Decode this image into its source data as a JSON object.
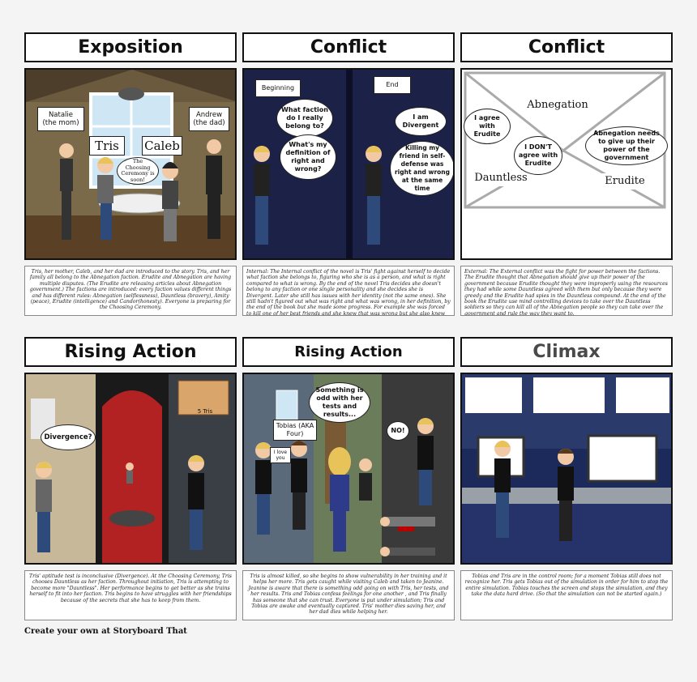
{
  "columns": [
    {
      "title": "Exposition",
      "panel": {
        "labels": [
          "Natalie\n(the mom)",
          "Andrew\n(the dad)",
          "Tris",
          "Caleb"
        ],
        "speech": "The Choosing Ceremony is soon!"
      },
      "description": "Tris, her mother, Caleb, and her dad are introduced to the story. Tris, and her family all belong to the Abnegation faction. Erudite and Abnegation are having multiple disputes. (The Erudite are releasing articles about Abnegation government.) The factions are introduced: every faction values different things and has different rules: Abnegation (selflessness), Dauntless (bravery), Amity (peace), Erudite (intelligence) and Candor(honesty). Everyone is preparing for the Choosing Ceremony."
    },
    {
      "title": "Conflict",
      "panel": {
        "left_label": "Beginning",
        "right_label": "End",
        "left_bubbles": [
          "What faction do I really belong to?",
          "What's my definition of right and wrong?"
        ],
        "right_bubbles": [
          "I am Divergent",
          "Killing my friend in self-defense was right and wrong at the same time"
        ]
      },
      "description": "Internal: The Internal conflict of the novel is Tris' fight against herself to decide what faction she belongs to, figuring who she is as a person, and what is right compared to what is wrong. By the end of the novel Tris decides she doesn't belong to any faction or one single personality and she decides she is Divergent. Later she still has issues with her identity (not the same ones). She still hadn't figured out what was right and what was wrong, in her definition, by the end of the book but she made some progress. For example she was forced to kill one of her best friends and she knew that was wrong but she also knew that it was okay because he was trying to kill her, but in her mind that still doesn't make it right."
    },
    {
      "title": "Conflict",
      "panel": {
        "factions": [
          "Abnegation",
          "Dauntless",
          "Erudite"
        ],
        "bubbles": [
          "I agree with Erudite",
          "I DON'T agree with Erudite",
          "Abnegation needs to give up their power of the government"
        ]
      },
      "description": "External: The External conflict was the fight for power between the factions. The Erudite thought that Abnegation should give up their power of the government because Erudite thought they were improperly using the resources they had while some Dauntless agreed with them but only because they were greedy and the Erudite had spies in the Dauntless compound. At the end of the book the Erudite use mind controlling devices to take over the Dauntless soldiers so they can kill all of the Abnegation people so they can take over the government and rule the way they want to."
    },
    {
      "title": "Rising Action",
      "panel": {
        "bubble": "Divergence?",
        "sign": "5 Tris"
      },
      "description": "Tris' aptitude test is inconclusive (Divergence). At the Choosing Ceremony, Tris chooses Dauntless as her faction. Throughout initiation, Tris is attempting to become more \"Dauntless\". Her performance begins to get better as she trains herself to fit into her faction. Tris begins to have struggles with her friendships because of the secrets that she has to keep from them."
    },
    {
      "title": "Rising Action",
      "panel": {
        "label": "Tobias (AKA Four)",
        "love": "I love you",
        "thought": "Something is odd with her tests and results...",
        "no": "NO!"
      },
      "description": "Tris is almost killed, so she begins to show vulnerability in her training and it helps her more. Tris gets caught while visiting Caleb and taken to Jeanine. Jeanine is aware that there is something odd going on with Tris, her tests, and her results. Tris and Tobias confess feelings for one another , and Tris finally has someone that she can trust. Everyone is put under simulation; Tris and Tobias are awake and eventually captured. Tris' mother dies saving her, and her dad dies while helping her."
    },
    {
      "title": "Climax",
      "panel": {},
      "description": "Tobias and Tris are in the control room; for a moment Tobias still does not recognize her. Tris gets Tobias out of the simulation in order for him to stop the entire simulation. Tobias touches the screen and stops the simulation, and they take the data hard drive. (So that the simulation can not be started again.)"
    }
  ],
  "footer": "Create your own at Storyboard That",
  "colors": {
    "border": "#111111",
    "page": "#f4f4f4",
    "night": "#1c2148",
    "dungeon": "#3a3f46"
  }
}
